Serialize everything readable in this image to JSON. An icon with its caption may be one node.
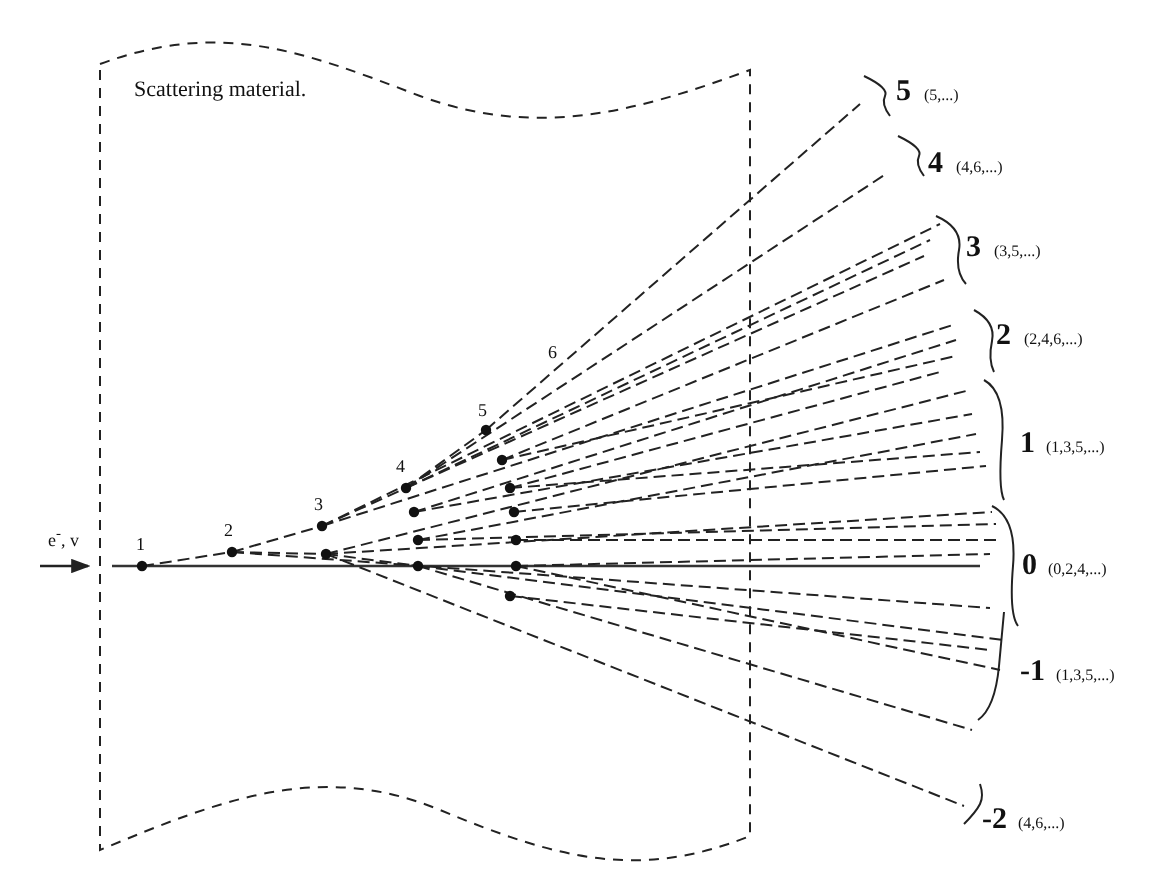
{
  "diagram": {
    "labels": [
      "Scattering material.",
      "e$^{-}$, v⃗",
      "1",
      "2",
      "3",
      "4",
      "5",
      "6",
      "5",
      "(5,...)",
      "4",
      "(4,6,...)",
      "3",
      "(3,5,...)",
      "2",
      "(2,4,6,...)",
      "1",
      "(1,3,5,...)",
      "0",
      "(0,2,4,...)",
      "-1",
      "(1,3,5,...)",
      "-2",
      "(4,6,...)"
    ]
  }
}
